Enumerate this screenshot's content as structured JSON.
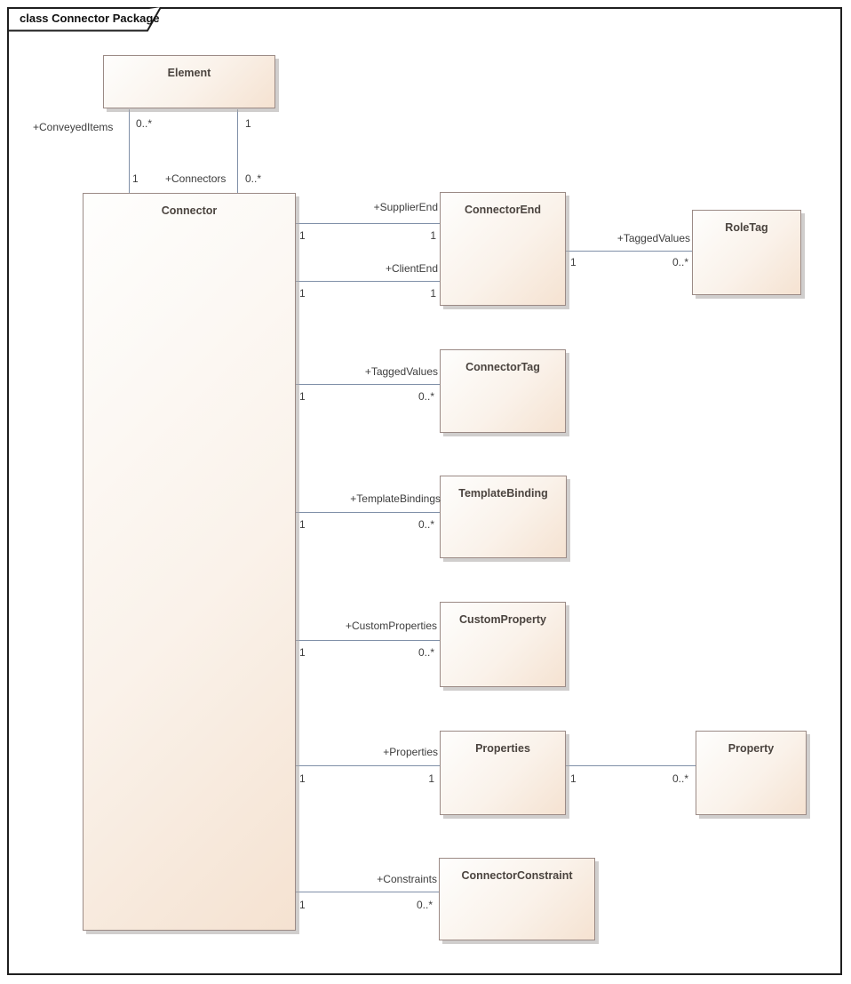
{
  "frame": {
    "title": "class Connector Package"
  },
  "classes": {
    "element": {
      "name": "Element"
    },
    "connector": {
      "name": "Connector"
    },
    "connector_end": {
      "name": "ConnectorEnd"
    },
    "role_tag": {
      "name": "RoleTag"
    },
    "connector_tag": {
      "name": "ConnectorTag"
    },
    "template_binding": {
      "name": "TemplateBinding"
    },
    "custom_property": {
      "name": "CustomProperty"
    },
    "properties": {
      "name": "Properties"
    },
    "property": {
      "name": "Property"
    },
    "connector_constraint": {
      "name": "ConnectorConstraint"
    }
  },
  "associations": {
    "conveyed_items": {
      "name": "+ConveyedItems",
      "element_mult": "0..*",
      "connector_mult": "1"
    },
    "connectors": {
      "name": "+Connectors",
      "element_mult": "1",
      "connector_mult": "0..*"
    },
    "supplier_end": {
      "name": "+SupplierEnd",
      "source_mult": "1",
      "target_mult": "1"
    },
    "client_end": {
      "name": "+ClientEnd",
      "source_mult": "1",
      "target_mult": "1"
    },
    "role_tagged_values": {
      "name": "+TaggedValues",
      "source_mult": "1",
      "target_mult": "0..*"
    },
    "tagged_values": {
      "name": "+TaggedValues",
      "source_mult": "1",
      "target_mult": "0..*"
    },
    "template_bindings": {
      "name": "+TemplateBindings",
      "source_mult": "1",
      "target_mult": "0..*"
    },
    "custom_properties": {
      "name": "+CustomProperties",
      "source_mult": "1",
      "target_mult": "0..*"
    },
    "properties": {
      "name": "+Properties",
      "source_mult": "1",
      "target_mult": "1"
    },
    "property_link": {
      "source_mult": "1",
      "target_mult": "0..*"
    },
    "constraints": {
      "name": "+Constraints",
      "source_mult": "1",
      "target_mult": "0..*"
    }
  },
  "colors": {
    "box_border": "#9b8a85",
    "box_fill_start": "#fefefd",
    "box_fill_end": "#f5e2d1",
    "association_line": "#8090a8",
    "frame_border": "#1f1f1f"
  }
}
